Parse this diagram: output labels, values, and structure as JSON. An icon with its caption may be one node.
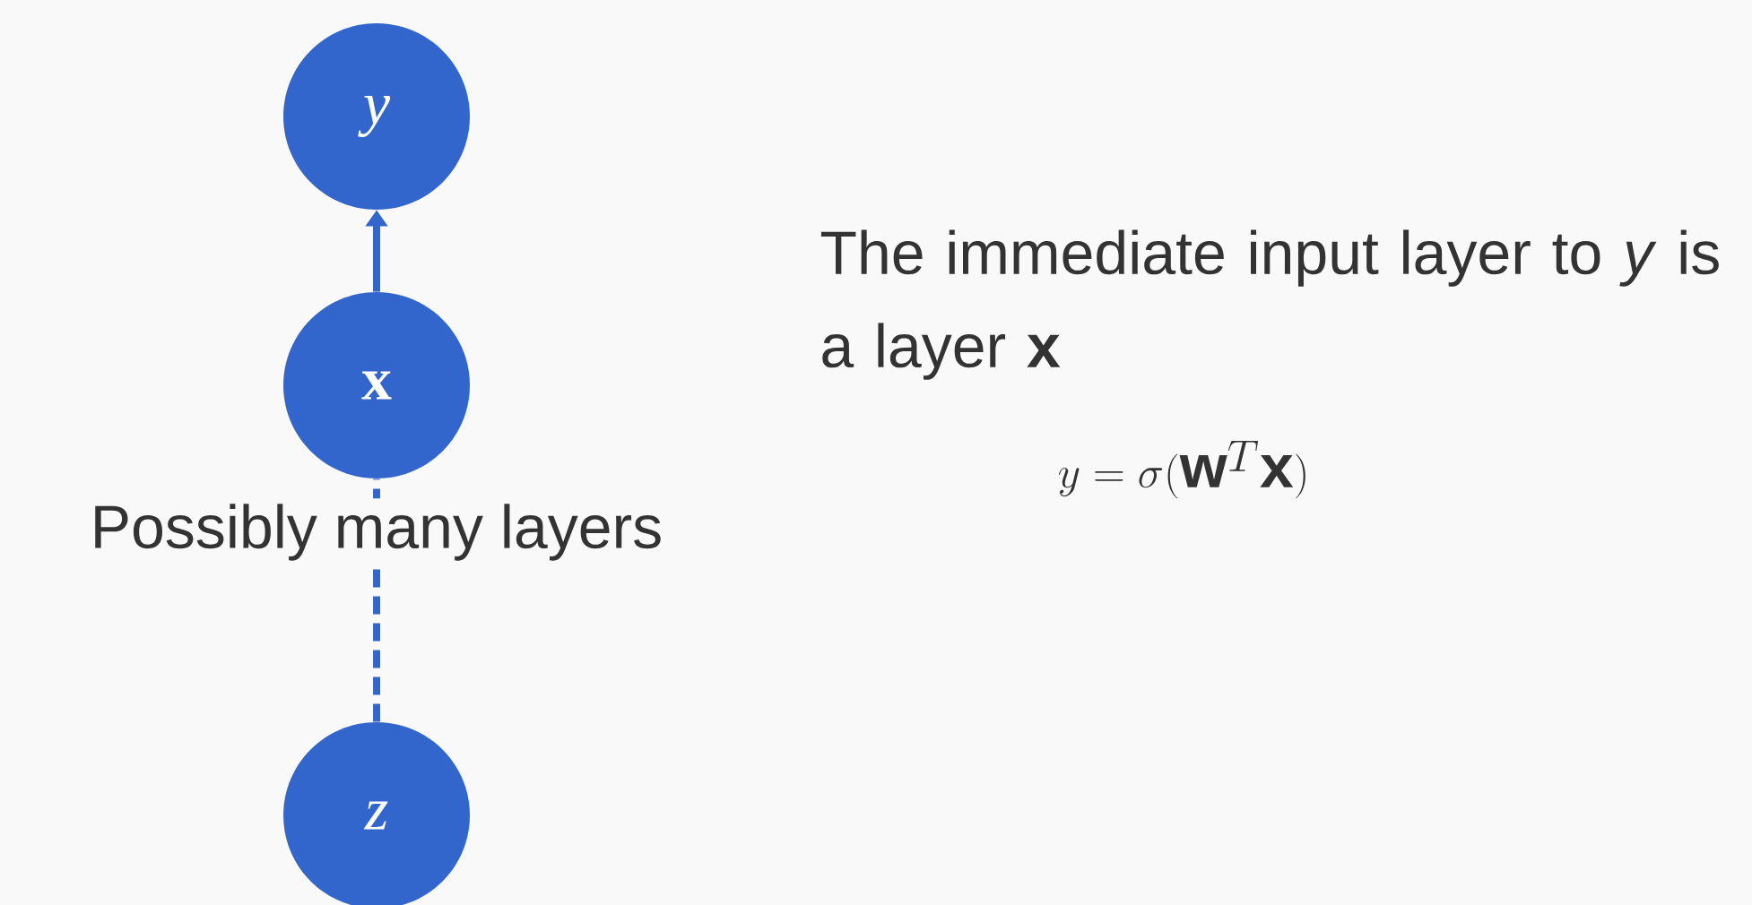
{
  "diagram": {
    "nodes": [
      {
        "text": [
          "y"
        ]
      },
      {
        "text": [
          "x"
        ]
      },
      {
        "text": [
          "z"
        ]
      }
    ],
    "edges": [
      {
        "from": 1,
        "to": 0,
        "arrow": "to"
      },
      {
        "from": 2,
        "to": 1,
        "arrow": "none",
        "style": "dashed"
      }
    ],
    "labels": [
      "Possibly many layers",
      "The immediate input layer to *y* is a layer **x**",
      "y = \\sigma(\\mathbf{w}^{T}\\mathbf{x})"
    ]
  }
}
